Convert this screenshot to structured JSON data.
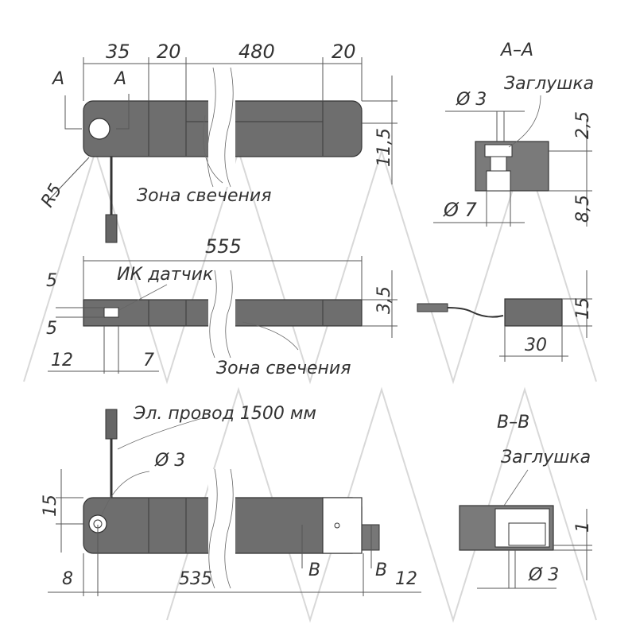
{
  "view_top": {
    "dims_top": [
      "35",
      "20",
      "480",
      "20"
    ],
    "section_marks": [
      "A",
      "A"
    ],
    "radius": "R5",
    "height": "11,5",
    "glow_zone": "Зона свечения"
  },
  "section_aa": {
    "title": "A–A",
    "plug": "Заглушка",
    "hole_small": "Ø 3",
    "hole_large": "Ø 7",
    "top_dim": "2,5",
    "bottom_dim": "8,5"
  },
  "view_side": {
    "length": "555",
    "ir_sensor": "ИК датчик",
    "dim_5_top": "5",
    "dim_5_bottom": "5",
    "height": "3,5",
    "dim_12": "12",
    "dim_7": "7",
    "glow_zone": "Зона свечения"
  },
  "view_end": {
    "height": "15",
    "width": "30"
  },
  "view_bottom": {
    "wire": "Эл. провод 1500 мм",
    "hole": "Ø 3",
    "height": "15",
    "dim_8": "8",
    "dim_535": "535",
    "dim_12": "12",
    "section_marks": [
      "B",
      "B"
    ]
  },
  "section_bb": {
    "title": "B–B",
    "plug": "Заглушка",
    "dim_1": "1",
    "hole": "Ø 3"
  }
}
